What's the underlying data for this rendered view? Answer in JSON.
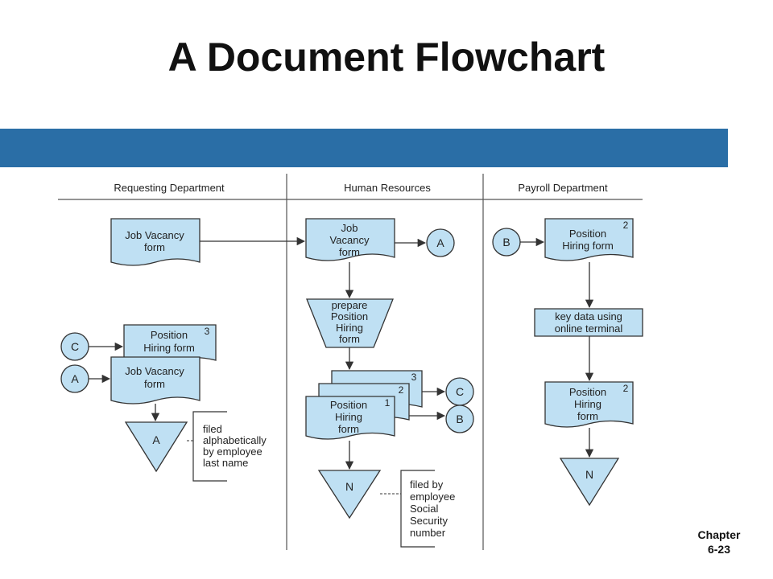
{
  "title": "A Document Flowchart",
  "colors": {
    "title_bar": "#2a6ea6",
    "shape_fill": "#bfe0f3",
    "stroke": "#333333"
  },
  "lanes": {
    "requesting": "Requesting Department",
    "hr": "Human Resources",
    "payroll": "Payroll Department"
  },
  "requesting": {
    "doc_job_vacancy": [
      "Job Vacancy",
      "form"
    ],
    "doc_position_hiring": [
      "Position",
      "Hiring form"
    ],
    "doc_position_hiring_num": "3",
    "doc_job_vacancy_2": [
      "Job Vacancy",
      "form"
    ],
    "connector_c": "C",
    "connector_a": "A",
    "file_triangle": "A",
    "file_note": [
      "filed",
      "alphabetically",
      "by employee",
      "last name"
    ]
  },
  "hr": {
    "doc_job_vacancy": [
      "Job",
      "Vacancy",
      "form"
    ],
    "connector_a": "A",
    "process": [
      "prepare",
      "Position",
      "Hiring",
      "form"
    ],
    "stack_front": [
      "Position",
      "Hiring",
      "form"
    ],
    "stack_nums": [
      "1",
      "2",
      "3"
    ],
    "connector_c": "C",
    "connector_b": "B",
    "file_triangle": "N",
    "file_note": [
      "filed by",
      "employee",
      "Social",
      "Security",
      "number"
    ]
  },
  "payroll": {
    "connector_b": "B",
    "doc_position_hiring": [
      "Position",
      "Hiring form"
    ],
    "doc_num": "2",
    "process": [
      "key data using",
      "online terminal"
    ],
    "doc_position_hiring_2": [
      "Position",
      "Hiring",
      "form"
    ],
    "doc2_num": "2",
    "file_triangle": "N"
  },
  "footer": {
    "chapter_line1": "Chapter",
    "chapter_line2": "6-23"
  }
}
